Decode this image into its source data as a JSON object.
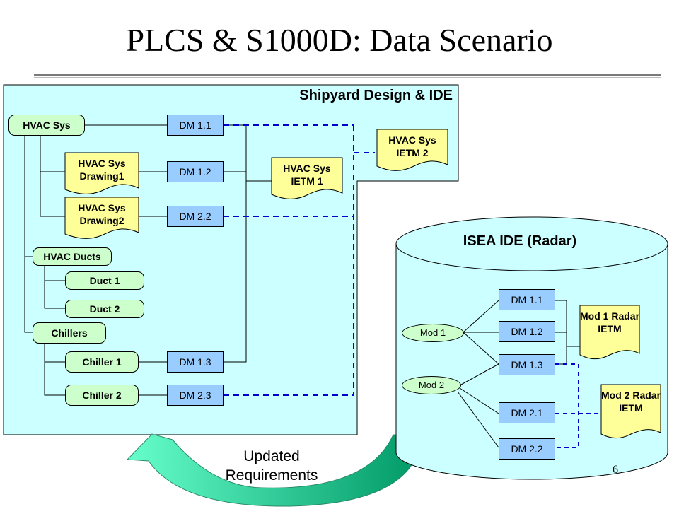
{
  "title": "PLCS & S1000D: Data Scenario",
  "page_number": "6",
  "updated_requirements": "Updated Requirements",
  "shipyard": {
    "label": "Shipyard Design & IDE",
    "hvac_sys": "HVAC Sys",
    "hvac_sys_drawing1": "HVAC Sys Drawing1",
    "hvac_sys_drawing2": "HVAC Sys Drawing2",
    "hvac_ducts": "HVAC Ducts",
    "duct_1": "Duct 1",
    "duct_2": "Duct 2",
    "chillers": "Chillers",
    "chiller_1": "Chiller 1",
    "chiller_2": "Chiller 2",
    "dm_1_1": "DM 1.1",
    "dm_1_2": "DM 1.2",
    "dm_2_2": "DM 2.2",
    "dm_1_3": "DM 1.3",
    "dm_2_3": "DM 2.3",
    "hvac_sys_ietm_1": "HVAC Sys IETM 1",
    "hvac_sys_ietm_2": "HVAC Sys IETM 2"
  },
  "isea": {
    "label": "ISEA IDE (Radar)",
    "mod_1": "Mod 1",
    "mod_2": "Mod 2",
    "dm_1_1": "DM 1.1",
    "dm_1_2": "DM 1.2",
    "dm_1_3": "DM 1.3",
    "dm_2_1": "DM 2.1",
    "dm_2_2": "DM 2.2",
    "mod_1_radar_ietm": "Mod 1 Radar IETM",
    "mod_2_radar_ietm": "Mod 2 Radar IETM"
  },
  "colors": {
    "region_fill": "#ccffff",
    "node_green": "#ccffcc",
    "dm_blue": "#99ccff",
    "doc_yellow": "#ffff99",
    "dashed_link": "#0000cc",
    "arrow_teal": "#00cc99"
  }
}
